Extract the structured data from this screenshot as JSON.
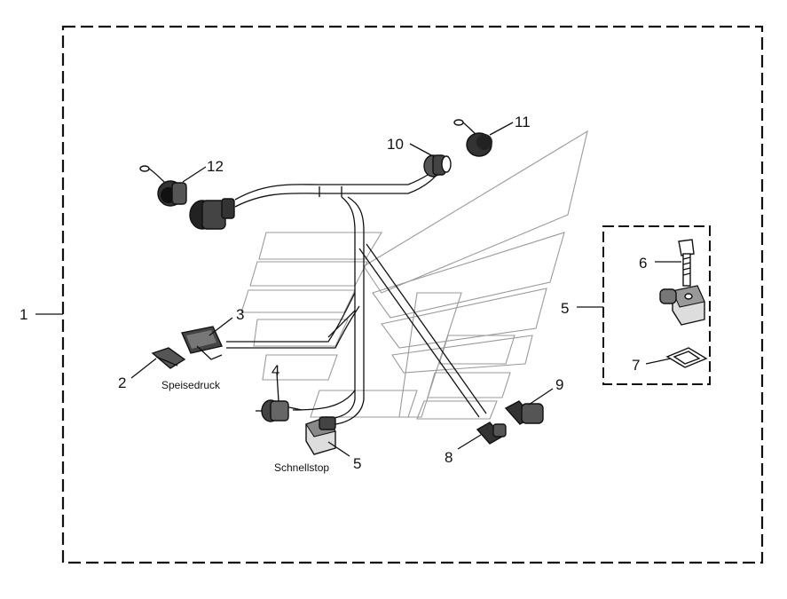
{
  "callouts": {
    "c1": "1",
    "c2": "2",
    "c3": "3",
    "c4": "4",
    "c5": "5",
    "c5b": "5",
    "c6": "6",
    "c7": "7",
    "c8": "8",
    "c9": "9",
    "c10": "10",
    "c11": "11",
    "c12": "12"
  },
  "annotations": {
    "speisedruck": "Speisedruck",
    "schnellstop": "Schnellstop"
  },
  "colors": {
    "line": "#111111",
    "watermark": "#9a9a9a"
  }
}
